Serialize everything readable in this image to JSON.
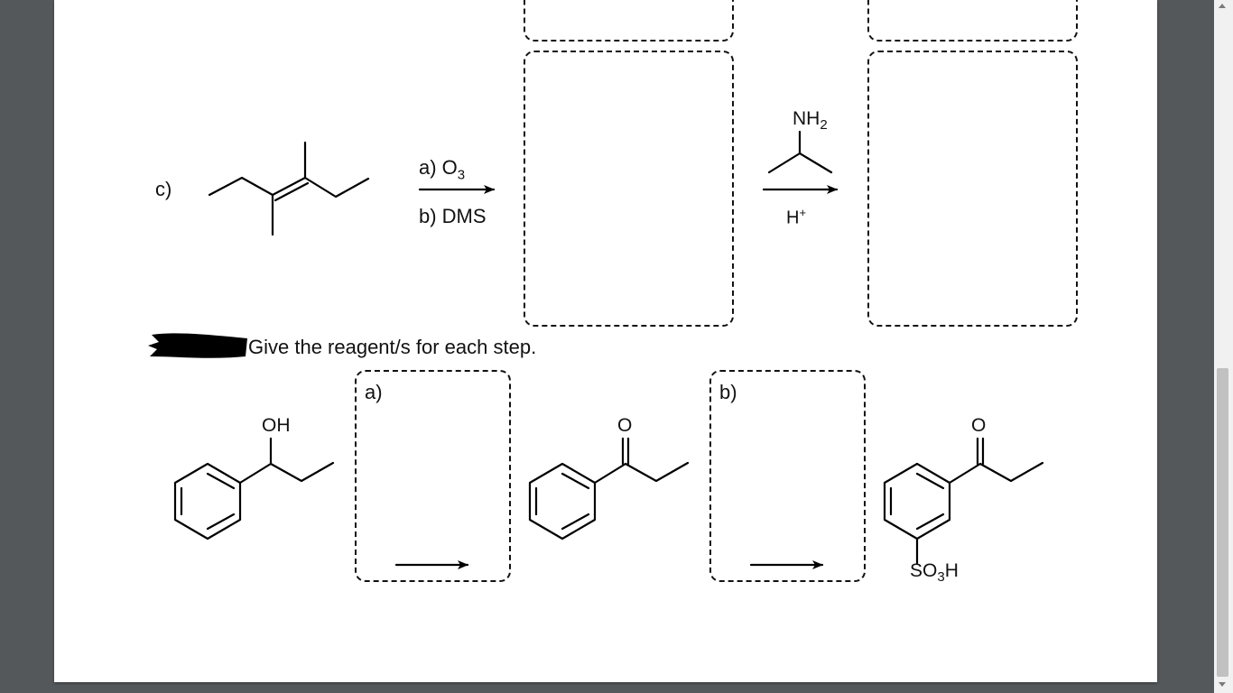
{
  "part_c": {
    "label": "c)",
    "step1": {
      "reagent_a": "a) O",
      "reagent_a_sub": "3",
      "reagent_b": "b) DMS"
    },
    "step2": {
      "amine": "NH",
      "amine_sub": "2",
      "catalyst": "H",
      "catalyst_sup": "+"
    }
  },
  "question": {
    "instruction": "Give the reagent/s for each step.",
    "box_a_label": "a)",
    "box_b_label": "b)",
    "start_group": "OH",
    "carbonyl_o": "O",
    "product_carbonyl_o": "O",
    "product_substituent": "SO",
    "product_substituent_sub": "3",
    "product_substituent_tail": "H"
  },
  "colors": {
    "background": "#54585a",
    "page": "#ffffff",
    "ink": "#111111"
  }
}
